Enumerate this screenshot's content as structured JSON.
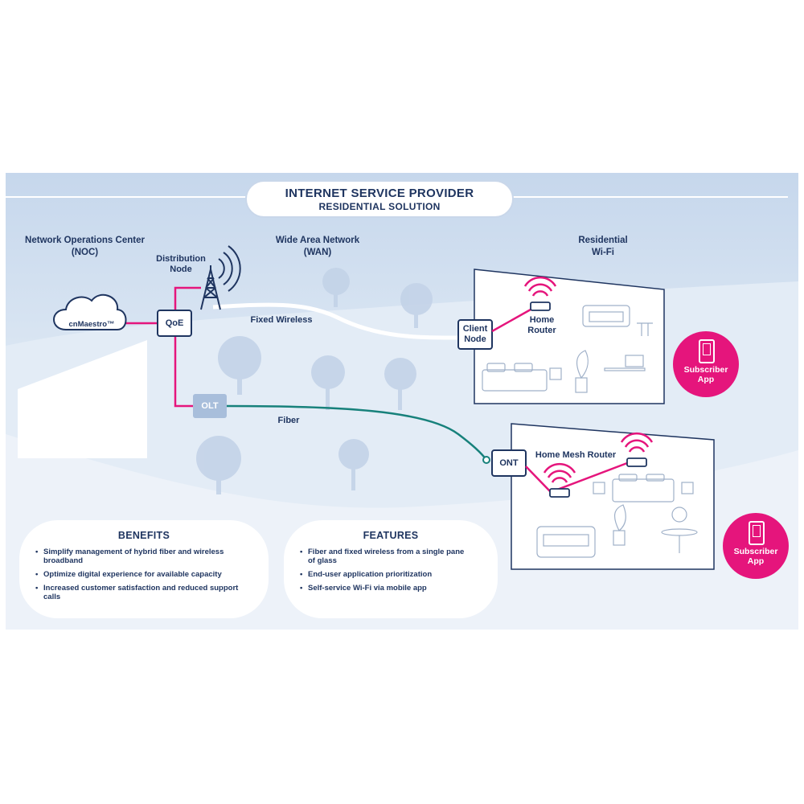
{
  "title": {
    "line1": "INTERNET SERVICE PROVIDER",
    "line2": "RESIDENTIAL SOLUTION"
  },
  "sections": {
    "noc": {
      "line1": "Network Operations Center",
      "line2": "(NOC)"
    },
    "wan": {
      "line1": "Wide Area Network",
      "line2": "(WAN)"
    },
    "residential": {
      "line1": "Residential",
      "line2": "Wi-Fi"
    }
  },
  "nodes": {
    "cloud": "cnMaestro™",
    "qoe": "QoE",
    "olt": "OLT",
    "ont": "ONT",
    "distribution_node": {
      "line1": "Distribution",
      "line2": "Node"
    },
    "client_node": {
      "line1": "Client",
      "line2": "Node"
    },
    "home_router": {
      "line1": "Home",
      "line2": "Router"
    },
    "home_mesh_router": "Home Mesh Router"
  },
  "links": {
    "fixed_wireless": "Fixed Wireless",
    "fiber": "Fiber"
  },
  "subscriber_app": {
    "line1": "Subscriber",
    "line2": "App"
  },
  "benefits": {
    "heading": "BENEFITS",
    "items": [
      "Simplify management of hybrid fiber and wireless broadband",
      "Optimize digital experience for available capacity",
      "Increased customer satisfaction and reduced support calls"
    ]
  },
  "features": {
    "heading": "FEATURES",
    "items": [
      "Fiber and fixed wireless from a single pane of glass",
      "End-user application prioritization",
      "Self-service Wi-Fi via mobile app"
    ]
  },
  "colors": {
    "navy": "#1f3560",
    "magenta": "#e5157c",
    "teal": "#17817b",
    "panel": "#dbe6f3"
  }
}
